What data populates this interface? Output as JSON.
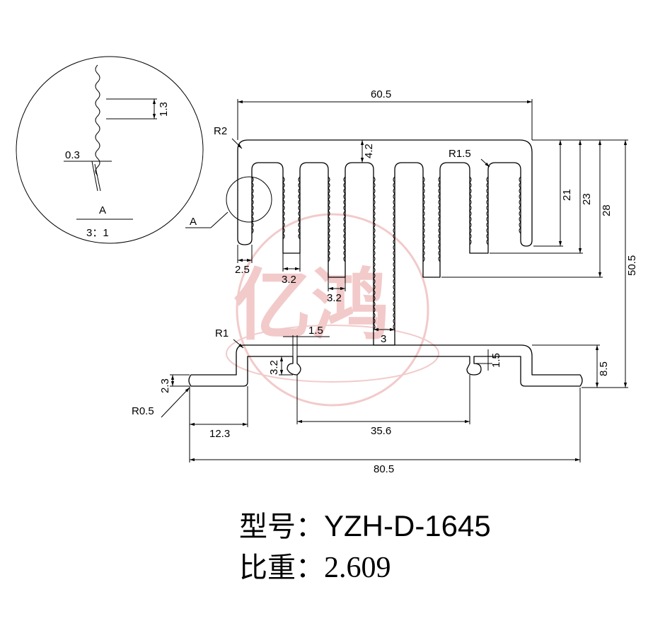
{
  "dimensions": {
    "top_width": "60.5",
    "total_height": "50.5",
    "fin_height_21": "21",
    "fin_height_23": "23",
    "fin_height_28": "28",
    "fin_gap_top": "4.2",
    "fin_thickness": "2.5",
    "slot_width_a": "3.2",
    "slot_width_b": "3.2",
    "center_web": "3",
    "slot_opening": "1.5",
    "slot_depth": "3.2",
    "slot_depth_right": "1.5",
    "base_height": "8.5",
    "foot_height": "2.3",
    "foot_width": "12.3",
    "inner_width": "35.6",
    "overall_width": "80.5",
    "radius_r2": "R2",
    "radius_r1_5": "R1.5",
    "radius_r1": "R1",
    "radius_r0_5": "R0.5"
  },
  "detail": {
    "label": "A",
    "callout": "A",
    "scale": "3：1",
    "tooth_pitch": "1.3",
    "tooth_depth": "0.3"
  },
  "watermark": {
    "text": "亿鸿",
    "color": "#e8a0a0"
  },
  "caption": {
    "model_label": "型号：",
    "model_value": "YZH-D-1645",
    "weight_label": "比重：",
    "weight_value": "2.609"
  }
}
